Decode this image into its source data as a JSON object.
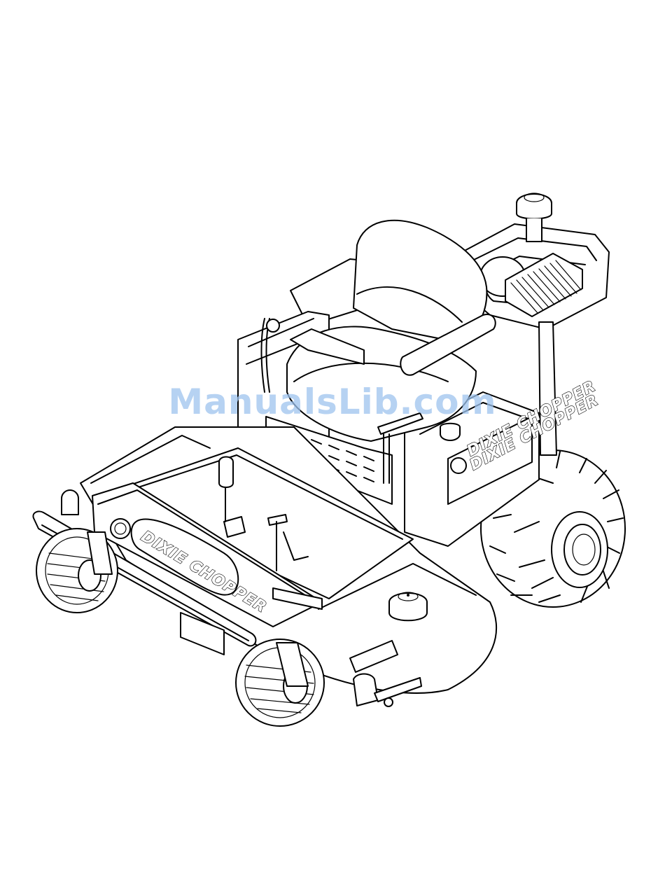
{
  "watermark": {
    "text": "ManualsLib.com",
    "color": "#9ec3ee"
  },
  "decals": {
    "front_panel": "DIXIE CHOPPER",
    "side_panel_upper": "DIXIE CHOPPER",
    "side_panel_lower": "DIXIE CHOPPER"
  },
  "colors": {
    "line": "#000000",
    "background": "#ffffff"
  }
}
